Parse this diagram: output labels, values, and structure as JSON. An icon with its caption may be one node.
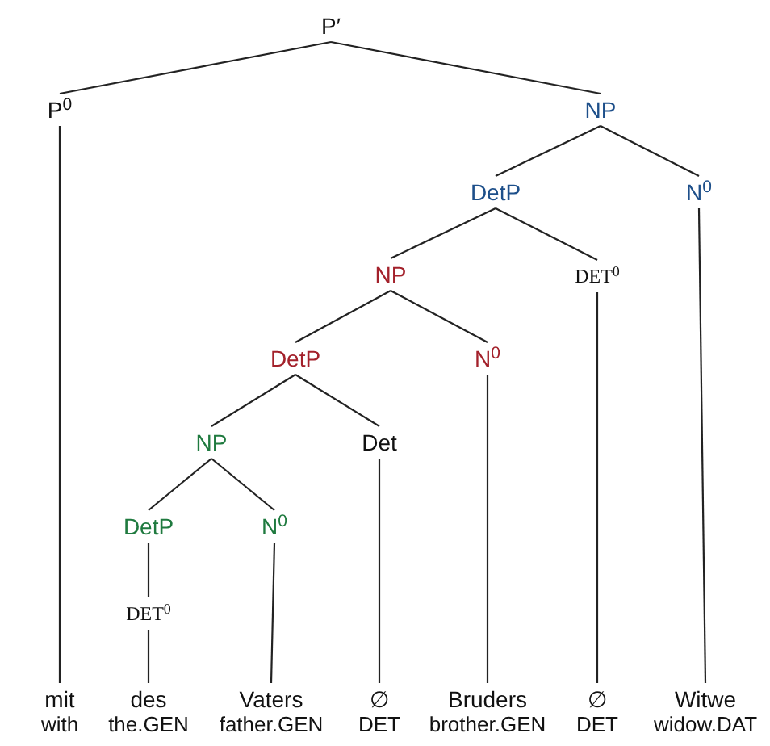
{
  "diagram": {
    "nodes": [
      {
        "text": [
          "P′"
        ]
      },
      {
        "text": [
          "P$^{0}$"
        ]
      },
      {
        "text": [
          "NP"
        ]
      },
      {
        "text": [
          "DetP"
        ]
      },
      {
        "text": [
          "N$^{0}$"
        ]
      },
      {
        "text": [
          "NP"
        ]
      },
      {
        "text": [
          "DET$^{0}$"
        ]
      },
      {
        "text": [
          "DetP"
        ]
      },
      {
        "text": [
          "N$^{0}$"
        ]
      },
      {
        "text": [
          "NP"
        ]
      },
      {
        "text": [
          "Det"
        ]
      },
      {
        "text": [
          "DetP"
        ]
      },
      {
        "text": [
          "N$^{0}$"
        ]
      },
      {
        "text": [
          "DET$^{0}$"
        ]
      },
      {
        "text": [
          "mit",
          "with"
        ]
      },
      {
        "text": [
          "des",
          "the.GEN"
        ]
      },
      {
        "text": [
          "Vaters",
          "father.GEN"
        ]
      },
      {
        "text": [
          "∅",
          "DET"
        ]
      },
      {
        "text": [
          "Bruders",
          "brother.GEN"
        ]
      },
      {
        "text": [
          "∅",
          "DET"
        ]
      },
      {
        "text": [
          "Witwe",
          "widow.DAT"
        ]
      }
    ],
    "edges": [
      {
        "from": 0,
        "to": 1,
        "arrow": "none"
      },
      {
        "from": 0,
        "to": 2,
        "arrow": "none"
      },
      {
        "from": 2,
        "to": 3,
        "arrow": "none"
      },
      {
        "from": 2,
        "to": 4,
        "arrow": "none"
      },
      {
        "from": 3,
        "to": 5,
        "arrow": "none"
      },
      {
        "from": 3,
        "to": 6,
        "arrow": "none"
      },
      {
        "from": 5,
        "to": 7,
        "arrow": "none"
      },
      {
        "from": 5,
        "to": 8,
        "arrow": "none"
      },
      {
        "from": 7,
        "to": 9,
        "arrow": "none"
      },
      {
        "from": 7,
        "to": 10,
        "arrow": "none"
      },
      {
        "from": 9,
        "to": 11,
        "arrow": "none"
      },
      {
        "from": 9,
        "to": 12,
        "arrow": "none"
      },
      {
        "from": 11,
        "to": 13,
        "arrow": "none"
      },
      {
        "from": 1,
        "to": 14,
        "arrow": "none"
      },
      {
        "from": 13,
        "to": 15,
        "arrow": "none"
      },
      {
        "from": 12,
        "to": 16,
        "arrow": "none"
      },
      {
        "from": 10,
        "to": 17,
        "arrow": "none"
      },
      {
        "from": 8,
        "to": 18,
        "arrow": "none"
      },
      {
        "from": 6,
        "to": 19,
        "arrow": "none"
      },
      {
        "from": 4,
        "to": 20,
        "arrow": "none"
      }
    ]
  }
}
